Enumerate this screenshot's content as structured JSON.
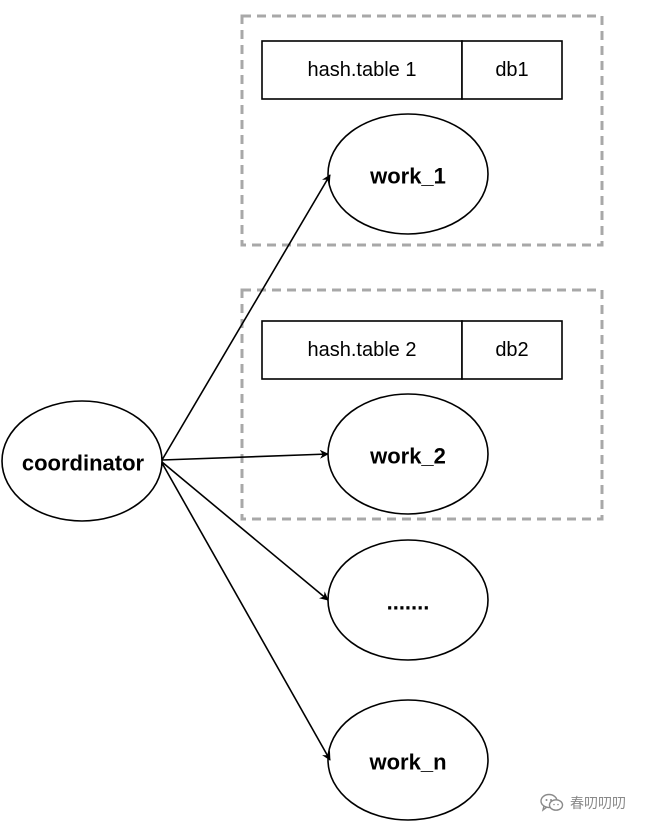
{
  "groups": [
    {
      "table_label": "hash.table 1",
      "db_label": "db1",
      "worker_label": "work_1"
    },
    {
      "table_label": "hash.table 2",
      "db_label": "db2",
      "worker_label": "work_2"
    }
  ],
  "coordinator": {
    "label": "coordinator"
  },
  "ellipsis_node": {
    "label": "......."
  },
  "last_worker": {
    "label": "work_n"
  },
  "watermark": {
    "text": "春叨叨叨",
    "icon": "wechat-icon"
  },
  "colors": {
    "dashed_border": "#a8a8a8",
    "stroke": "#000000",
    "watermark": "#8a8a8a"
  }
}
